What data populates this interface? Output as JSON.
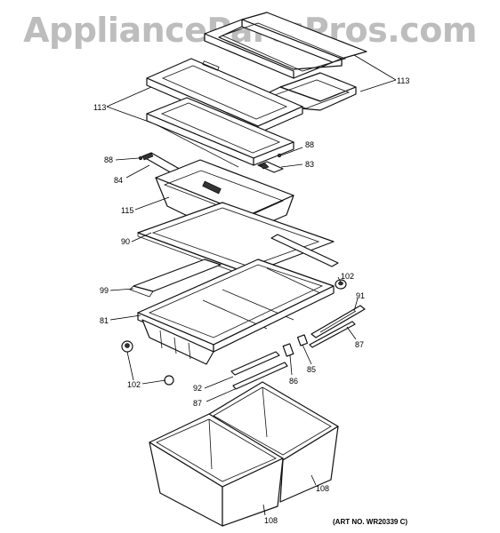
{
  "watermark": "AppliancePartsPros.com",
  "art_number": "(ART NO. WR20339 C)",
  "callouts": {
    "c113_right": "113",
    "c113_left": "113",
    "c88_left": "88",
    "c88_right": "88",
    "c83": "83",
    "c84": "84",
    "c115": "115",
    "c90": "90",
    "c102_right": "102",
    "c99": "99",
    "c91": "91",
    "c81": "81",
    "c87_right": "87",
    "c85": "85",
    "c86": "86",
    "c102_left": "102",
    "c92": "92",
    "c87_left": "87",
    "c108_right": "108",
    "c108_bottom": "108"
  }
}
